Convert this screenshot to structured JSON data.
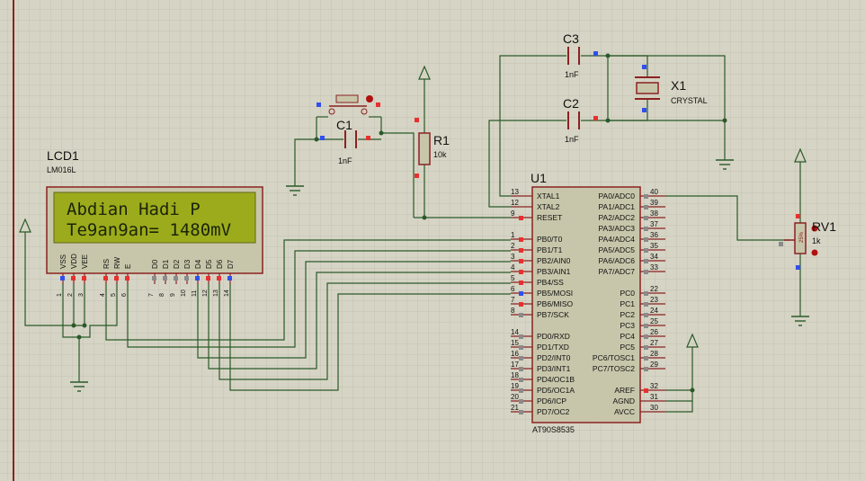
{
  "lcd": {
    "ref": "LCD1",
    "model": "LM016L",
    "line1": "Abdian Hadi P",
    "line2": "Te9an9an= 1480mV",
    "pins": [
      {
        "label": "VSS",
        "num": "1",
        "type": "blue"
      },
      {
        "label": "VDD",
        "num": "2",
        "type": "red"
      },
      {
        "label": "VEE",
        "num": "3",
        "type": "red"
      },
      {
        "label": "RS",
        "num": "4",
        "type": "red"
      },
      {
        "label": "RW",
        "num": "5",
        "type": "red"
      },
      {
        "label": "E",
        "num": "6",
        "type": "red"
      },
      {
        "label": "D0",
        "num": "7",
        "type": "gray"
      },
      {
        "label": "D1",
        "num": "8",
        "type": "gray"
      },
      {
        "label": "D2",
        "num": "9",
        "type": "gray"
      },
      {
        "label": "D3",
        "num": "10",
        "type": "gray"
      },
      {
        "label": "D4",
        "num": "11",
        "type": "blue"
      },
      {
        "label": "D5",
        "num": "12",
        "type": "red"
      },
      {
        "label": "D6",
        "num": "13",
        "type": "red"
      },
      {
        "label": "D7",
        "num": "14",
        "type": "blue"
      }
    ]
  },
  "mcu": {
    "ref": "U1",
    "model": "AT90S8535",
    "left_pins": [
      {
        "num": "13",
        "label": "XTAL1",
        "type": "none"
      },
      {
        "num": "12",
        "label": "XTAL2",
        "type": "none"
      },
      {
        "num": "9",
        "label": "RESET",
        "type": "red"
      },
      {
        "num": "",
        "label": "",
        "type": "none"
      },
      {
        "num": "1",
        "label": "PB0/T0",
        "type": "red"
      },
      {
        "num": "2",
        "label": "PB1/T1",
        "type": "red"
      },
      {
        "num": "3",
        "label": "PB2/AIN0",
        "type": "red"
      },
      {
        "num": "4",
        "label": "PB3/AIN1",
        "type": "red"
      },
      {
        "num": "5",
        "label": "PB4/SS",
        "type": "red"
      },
      {
        "num": "6",
        "label": "PB5/MOSI",
        "type": "blue"
      },
      {
        "num": "7",
        "label": "PB6/MISO",
        "type": "red"
      },
      {
        "num": "8",
        "label": "PB7/SCK",
        "type": "gray"
      },
      {
        "num": "",
        "label": "",
        "type": "none"
      },
      {
        "num": "14",
        "label": "PD0/RXD",
        "type": "gray"
      },
      {
        "num": "15",
        "label": "PD1/TXD",
        "type": "gray"
      },
      {
        "num": "16",
        "label": "PD2/INT0",
        "type": "gray"
      },
      {
        "num": "17",
        "label": "PD3/INT1",
        "type": "gray"
      },
      {
        "num": "18",
        "label": "PD4/OC1B",
        "type": "gray"
      },
      {
        "num": "19",
        "label": "PD5/OC1A",
        "type": "gray"
      },
      {
        "num": "20",
        "label": "PD6/ICP",
        "type": "gray"
      },
      {
        "num": "21",
        "label": "PD7/OC2",
        "type": "gray"
      }
    ],
    "right_pins": [
      {
        "num": "40",
        "label": "PA0/ADC0",
        "type": "gray"
      },
      {
        "num": "39",
        "label": "PA1/ADC1",
        "type": "gray"
      },
      {
        "num": "38",
        "label": "PA2/ADC2",
        "type": "gray"
      },
      {
        "num": "37",
        "label": "PA3/ADC3",
        "type": "gray"
      },
      {
        "num": "36",
        "label": "PA4/ADC4",
        "type": "gray"
      },
      {
        "num": "35",
        "label": "PA5/ADC5",
        "type": "gray"
      },
      {
        "num": "34",
        "label": "PA6/ADC6",
        "type": "gray"
      },
      {
        "num": "33",
        "label": "PA7/ADC7",
        "type": "gray"
      },
      {
        "num": "",
        "label": "",
        "type": "none"
      },
      {
        "num": "22",
        "label": "PC0",
        "type": "gray"
      },
      {
        "num": "23",
        "label": "PC1",
        "type": "gray"
      },
      {
        "num": "24",
        "label": "PC2",
        "type": "gray"
      },
      {
        "num": "25",
        "label": "PC3",
        "type": "gray"
      },
      {
        "num": "26",
        "label": "PC4",
        "type": "gray"
      },
      {
        "num": "27",
        "label": "PC5",
        "type": "gray"
      },
      {
        "num": "28",
        "label": "PC6/TOSC1",
        "type": "gray"
      },
      {
        "num": "29",
        "label": "PC7/TOSC2",
        "type": "gray"
      },
      {
        "num": "",
        "label": "",
        "type": "none"
      },
      {
        "num": "32",
        "label": "AREF",
        "type": "red"
      },
      {
        "num": "31",
        "label": "AGND",
        "type": "none"
      },
      {
        "num": "30",
        "label": "AVCC",
        "type": "none"
      }
    ]
  },
  "c1": {
    "ref": "C1",
    "value": "1nF"
  },
  "c2": {
    "ref": "C2",
    "value": "1nF"
  },
  "c3": {
    "ref": "C3",
    "value": "1nF"
  },
  "r1": {
    "ref": "R1",
    "value": "10k"
  },
  "rv1": {
    "ref": "RV1",
    "value": "1k",
    "wiper": "25%"
  },
  "x1": {
    "ref": "X1",
    "value": "CRYSTAL"
  },
  "colors": {
    "background": "#d6d4c4",
    "grid": "#c2c0b0",
    "wire": "#2a5a2a",
    "body": "#c8c6aa",
    "outline": "#8a2222",
    "lcd_screen": "#9cab1c",
    "pin_red": "#e83030",
    "pin_blue": "#3050ee",
    "pin_gray": "#8a8a8a"
  }
}
